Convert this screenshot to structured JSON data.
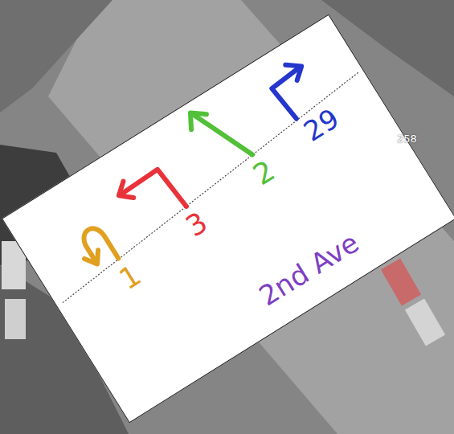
{
  "diagram": {
    "nodes": [
      {
        "text": [
          "1",
          "3",
          "2",
          "29",
          "2nd Ave"
        ]
      }
    ],
    "labels": [
      "258"
    ]
  }
}
